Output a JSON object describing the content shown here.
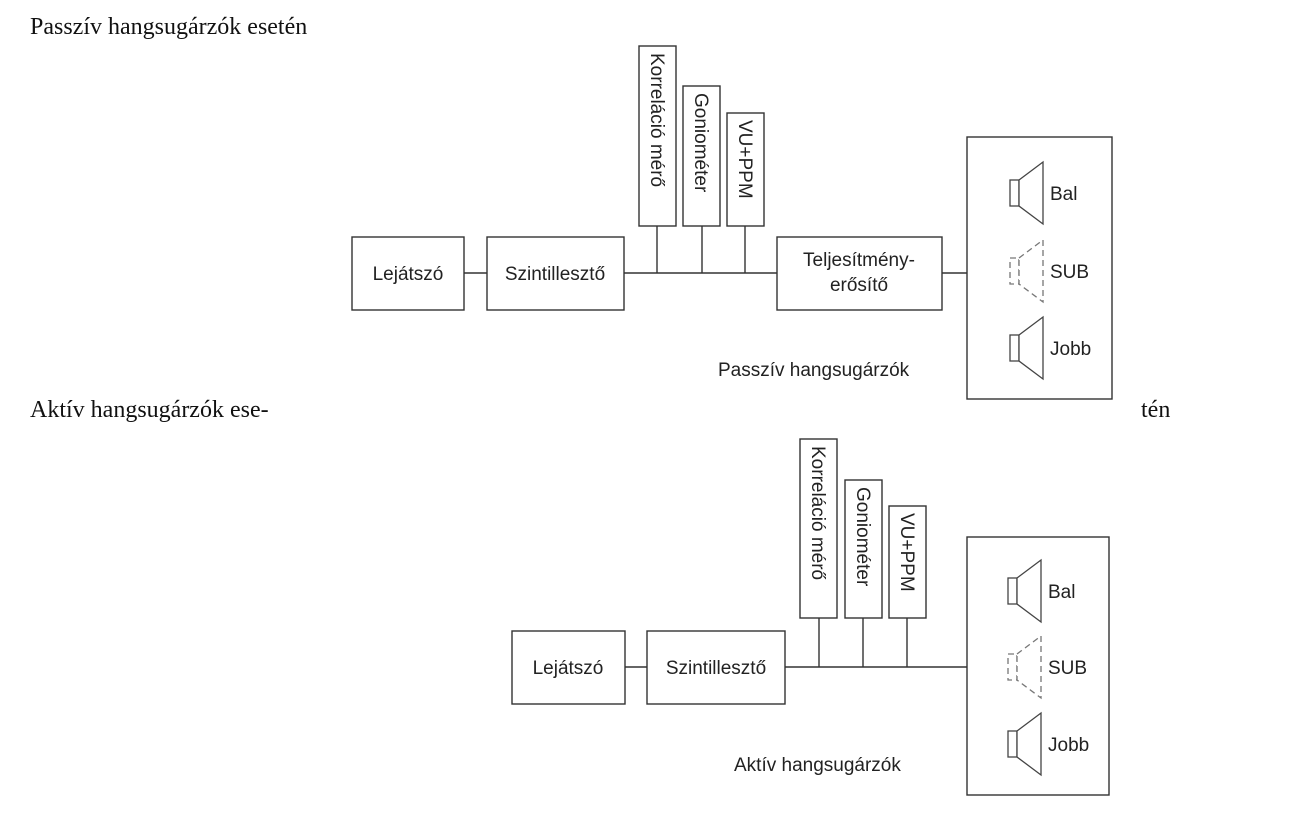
{
  "headings": {
    "passive": "Passzív hangsugárzók esetén",
    "active_part1": "Aktív hangsugárzók ese-",
    "active_part2": "tén"
  },
  "passive_diagram": {
    "player": "Lejátszó",
    "level_matcher": "Szintillesztő",
    "meters": [
      "Korreláció mérő",
      "Goniométer",
      "VU+PPM"
    ],
    "amplifier_line1": "Teljesítmény-",
    "amplifier_line2": "erősítő",
    "speakers": [
      "Bal",
      "SUB",
      "Jobb"
    ],
    "caption": "Passzív hangsugárzók"
  },
  "active_diagram": {
    "player": "Lejátszó",
    "level_matcher": "Szintillesztő",
    "meters": [
      "Korreláció mérő",
      "Goniométer",
      "VU+PPM"
    ],
    "speakers": [
      "Bal",
      "SUB",
      "Jobb"
    ],
    "caption": "Aktív hangsugárzók"
  }
}
